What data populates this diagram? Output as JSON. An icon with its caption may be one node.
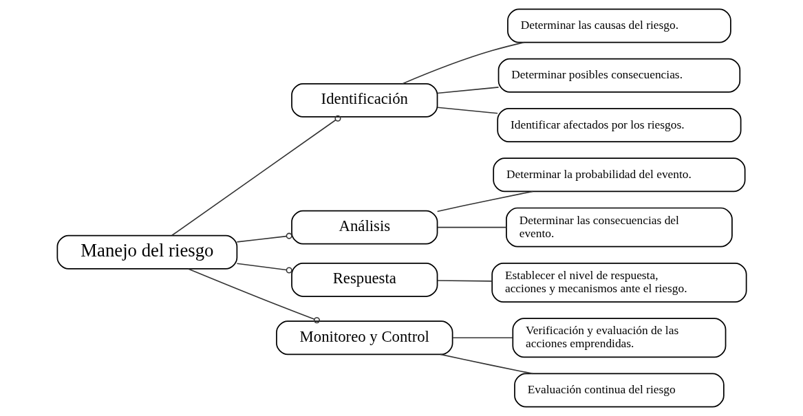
{
  "diagram": {
    "nodes": [
      {
        "text": [
          "Manejo del riesgo"
        ]
      },
      {
        "text": [
          "Identificación"
        ]
      },
      {
        "text": [
          "Determinar las causas del riesgo."
        ]
      },
      {
        "text": [
          "Determinar posibles consecuencias."
        ]
      },
      {
        "text": [
          "Identificar afectados por los riesgos."
        ]
      },
      {
        "text": [
          "Análisis"
        ]
      },
      {
        "text": [
          "Determinar la probabilidad del evento."
        ]
      },
      {
        "text": [
          "Determinar las consecuencias del evento."
        ]
      },
      {
        "text": [
          "Respuesta"
        ]
      },
      {
        "text": [
          "Establecer el nivel de respuesta, acciones y mecanismos ante el riesgo."
        ]
      },
      {
        "text": [
          "Monitoreo y Control"
        ]
      },
      {
        "text": [
          "Verificación y evaluación de las acciones emprendidas."
        ]
      },
      {
        "text": [
          "Evaluación continua del riesgo"
        ]
      }
    ],
    "edges": [
      {
        "from": 0,
        "to": 1,
        "arrow": "other"
      },
      {
        "from": 0,
        "to": 5,
        "arrow": "other"
      },
      {
        "from": 0,
        "to": 8,
        "arrow": "other"
      },
      {
        "from": 0,
        "to": 10,
        "arrow": "other"
      },
      {
        "from": 1,
        "to": 2,
        "arrow": "none"
      },
      {
        "from": 1,
        "to": 3,
        "arrow": "none"
      },
      {
        "from": 1,
        "to": 4,
        "arrow": "none"
      },
      {
        "from": 5,
        "to": 6,
        "arrow": "none"
      },
      {
        "from": 5,
        "to": 7,
        "arrow": "none"
      },
      {
        "from": 8,
        "to": 9,
        "arrow": "none"
      },
      {
        "from": 10,
        "to": 11,
        "arrow": "none"
      },
      {
        "from": 10,
        "to": 12,
        "arrow": "none"
      }
    ]
  }
}
